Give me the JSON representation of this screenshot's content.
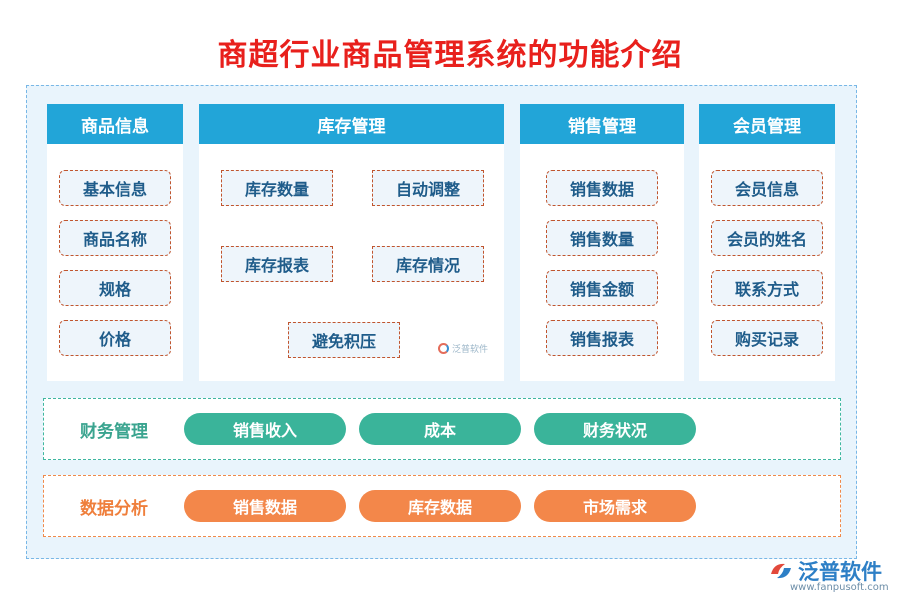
{
  "title": "商超行业商品管理系统的功能介绍",
  "panels": {
    "product": {
      "title": "商品信息",
      "items": [
        "基本信息",
        "商品名称",
        "规格",
        "价格"
      ]
    },
    "inventory": {
      "title": "库存管理",
      "items": [
        "库存数量",
        "自动调整",
        "库存报表",
        "库存情况",
        "避免积压"
      ]
    },
    "sales": {
      "title": "销售管理",
      "items": [
        "销售数据",
        "销售数量",
        "销售金额",
        "销售报表"
      ]
    },
    "member": {
      "title": "会员管理",
      "items": [
        "会员信息",
        "会员的姓名",
        "联系方式",
        "购买记录"
      ]
    }
  },
  "finance": {
    "label": "财务管理",
    "items": [
      "销售收入",
      "成本",
      "财务状况"
    ]
  },
  "analysis": {
    "label": "数据分析",
    "items": [
      "销售数据",
      "库存数据",
      "市场需求"
    ]
  },
  "watermark": "泛普软件",
  "logo": {
    "text": "泛普软件",
    "url": "www.fanpusoft.com"
  }
}
